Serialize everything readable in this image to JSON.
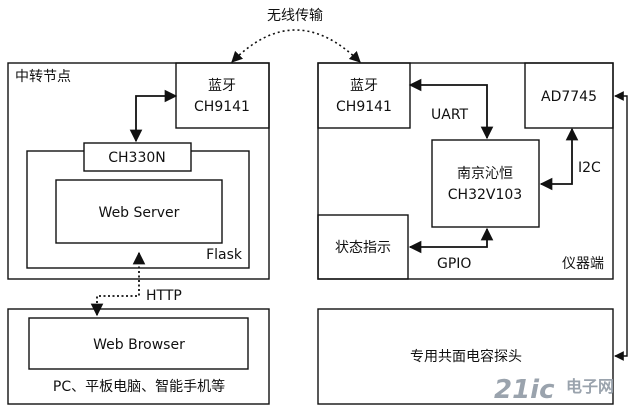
{
  "top": {
    "wireless_label": "无线传输"
  },
  "relay": {
    "title": "中转节点",
    "bluetooth": {
      "name": "蓝牙",
      "model": "CH9141"
    },
    "usb_chip": "CH330N",
    "web_server": "Web Server",
    "framework": "Flask",
    "http_label": "HTTP"
  },
  "client": {
    "browser": "Web Browser",
    "devices": "PC、平板电脑、智能手机等"
  },
  "instrument": {
    "title": "仪器端",
    "bluetooth": {
      "name": "蓝牙",
      "model": "CH9141"
    },
    "adc": "AD7745",
    "mcu": {
      "name": "南京沁恒",
      "model": "CH32V103"
    },
    "status": "状态指示",
    "uart_label": "UART",
    "i2c_label": "I2C",
    "gpio_label": "GPIO",
    "probe": "专用共面电容探头"
  },
  "watermark": {
    "brand": "21ic",
    "text": "电子网"
  }
}
